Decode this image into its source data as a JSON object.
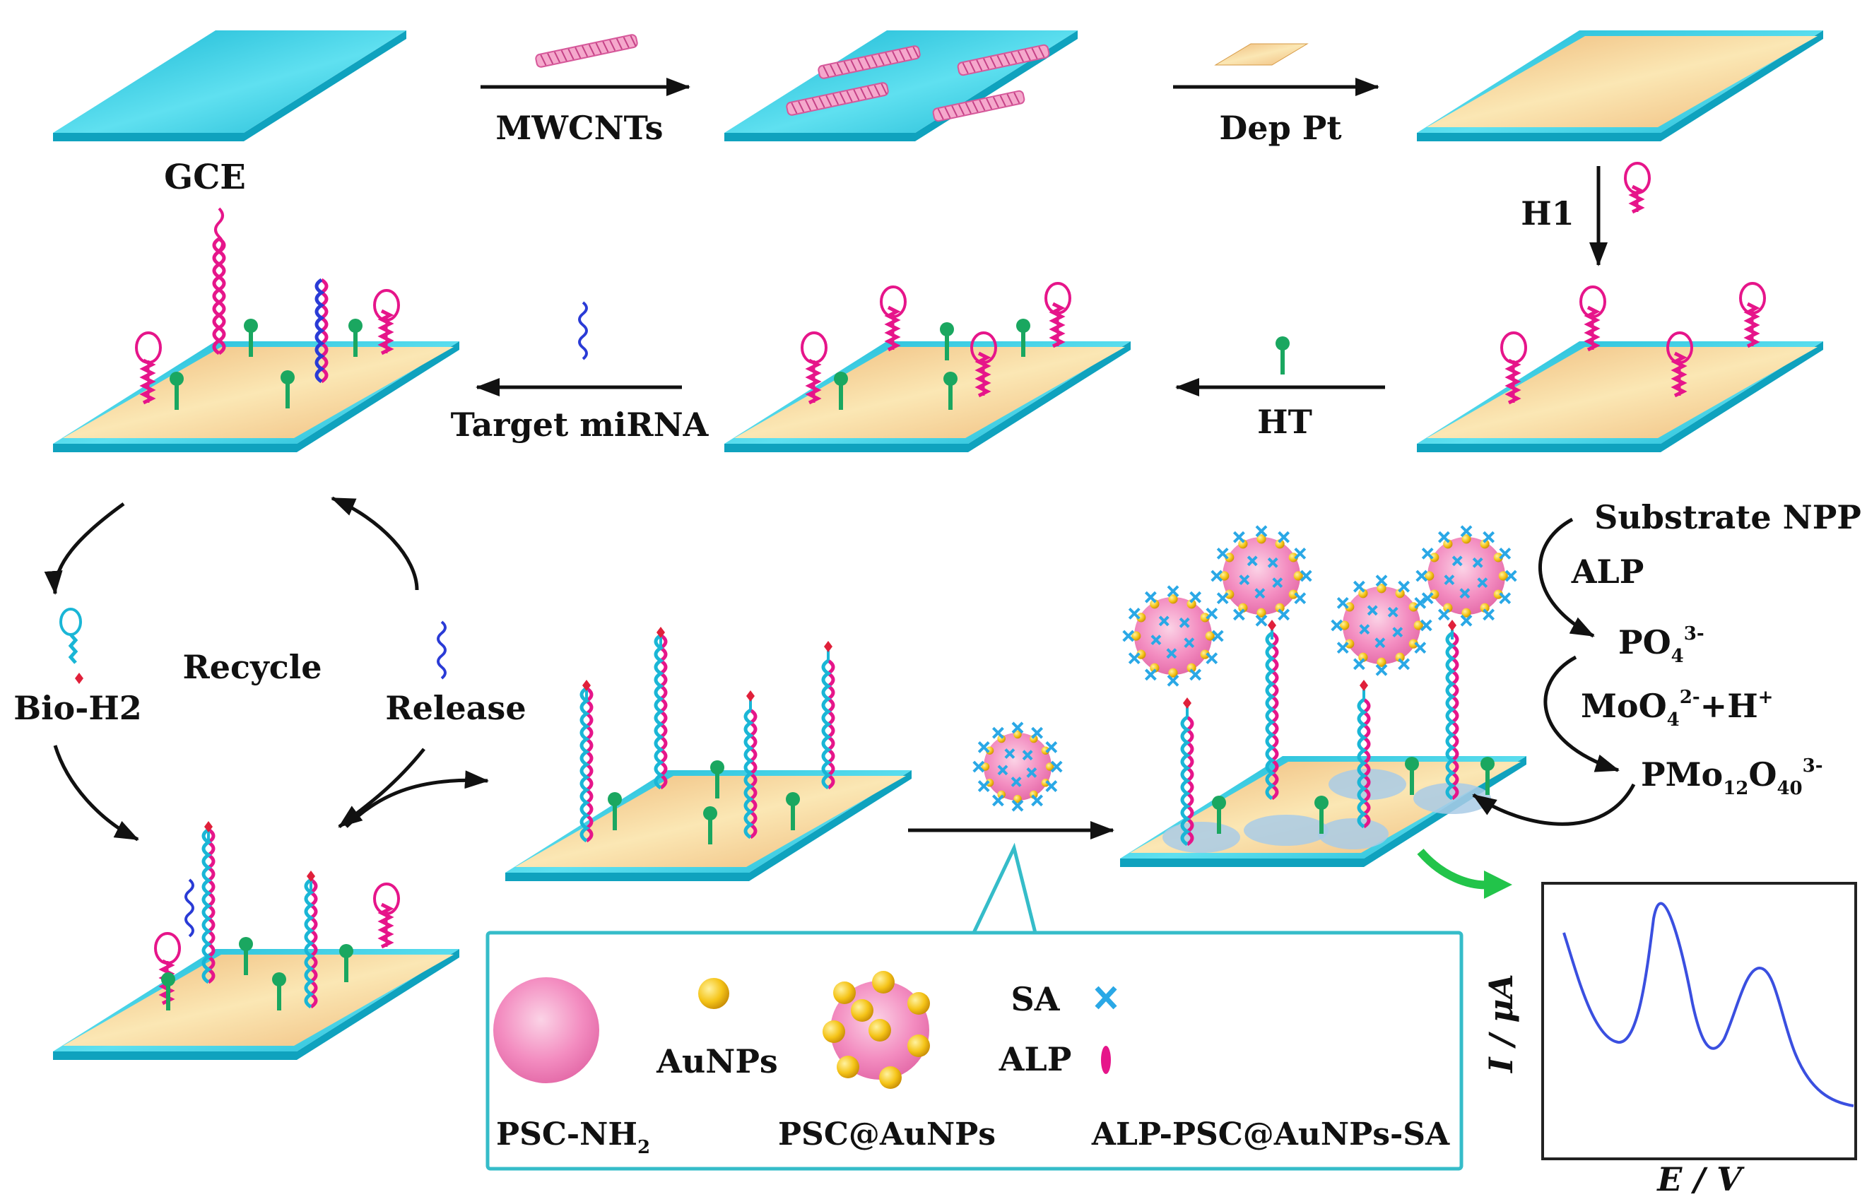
{
  "labels": {
    "gce": "GCE",
    "mwcnts": "MWCNTs",
    "dep_pt": "Dep Pt",
    "h1": "H1",
    "ht": "HT",
    "target_mirna": "Target miRNA",
    "recycle": "Recycle",
    "bio_h2": "Bio-H2",
    "release": "Release",
    "substrate_npp": "Substrate NPP",
    "alp_top": "ALP",
    "po4": "PO",
    "po4_sub": "4",
    "po4_sup": "3-",
    "moo4": "MoO",
    "moo4_sub": "4",
    "moo4_sup": "2-",
    "moo4_tail": "+H",
    "moo4_tail_sup": "+",
    "pmo": "PMo",
    "pmo_sub1": "12",
    "pmo_mid": "O",
    "pmo_sub2": "40",
    "pmo_sup": "3-",
    "sa": "SA",
    "alp_inset": "ALP",
    "aunps": "AuNPs",
    "psc_nh2": "PSC-NH",
    "psc_nh2_sub": "2",
    "psc_aunps": "PSC@AuNPs",
    "alp_psc": "ALP-PSC@AuNPs-SA",
    "y_axis": "I / μA",
    "x_axis": "E / V"
  },
  "colors": {
    "electrode_cyan": "#27c4dc",
    "electrode_tan": "#f2c98f",
    "hairpin_pink": "#e6158a",
    "ht_green": "#1aa760",
    "target_blue": "#2a3bd6",
    "nanosphere_pink": "#f07bb6",
    "gold": "#f2c11c",
    "sa_blue": "#2aa8e6",
    "inset_border": "#35bcc9",
    "arrow_green": "#22c44a",
    "dpv_curve": "#3a4fe0"
  }
}
